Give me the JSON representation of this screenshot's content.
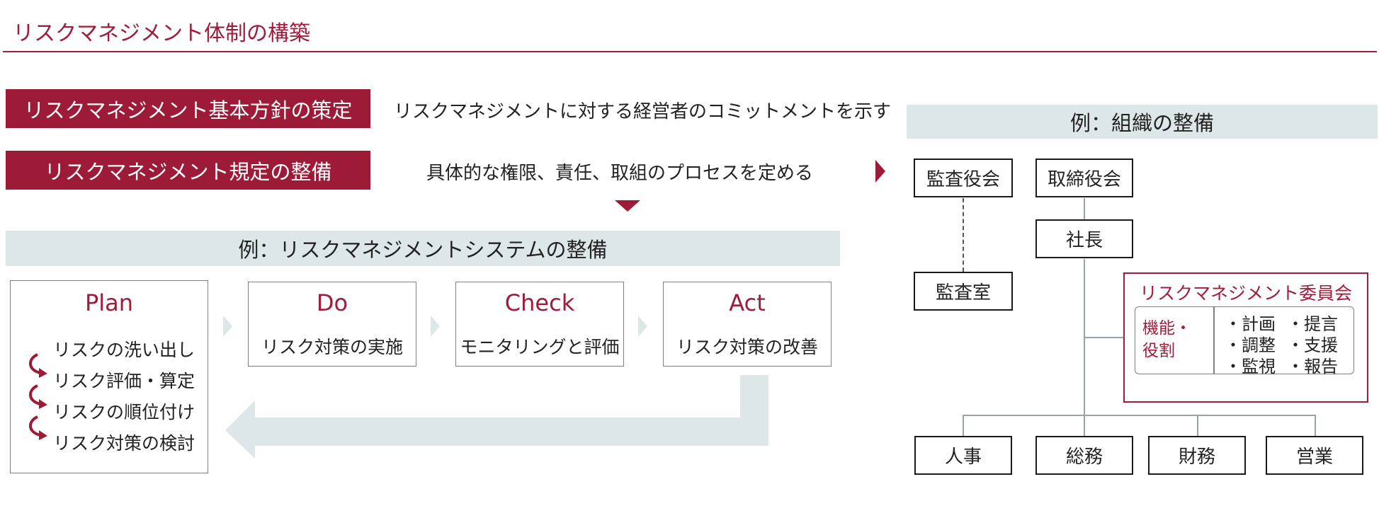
{
  "title": "リスクマネジメント体制の構築",
  "policies": [
    {
      "label": "リスクマネジメント基本方針の策定",
      "desc": "リスクマネジメントに対する経営者のコミットメントを示す"
    },
    {
      "label": "リスクマネジメント規定の整備",
      "desc": "具体的な権限、責任、取組のプロセスを定める"
    }
  ],
  "system_header": "例：リスクマネジメントシステムの整備",
  "pdca": [
    {
      "head": "Plan"
    },
    {
      "head": "Do",
      "body": "リスク対策の実施"
    },
    {
      "head": "Check",
      "body": "モニタリングと評価"
    },
    {
      "head": "Act",
      "body": "リスク対策の改善"
    }
  ],
  "plan_items": [
    "リスクの洗い出し",
    "リスク評価・算定",
    "リスクの順位付け",
    "リスク対策の検討"
  ],
  "org_header": "例：組織の整備",
  "org": {
    "audit_board": "監査役会",
    "board": "取締役会",
    "president": "社長",
    "audit_office": "監査室",
    "committee": {
      "title": "リスクマネジメント委員会",
      "role_label_1": "機能・",
      "role_label_2": "役割",
      "duties": [
        "・計画",
        "・提言",
        "・調整",
        "・支援",
        "・監視",
        "・報告"
      ]
    },
    "departments": [
      "人事",
      "総務",
      "財務",
      "営業"
    ]
  },
  "colors": {
    "accent": "#9e1b37",
    "band": "#dde7e7"
  }
}
